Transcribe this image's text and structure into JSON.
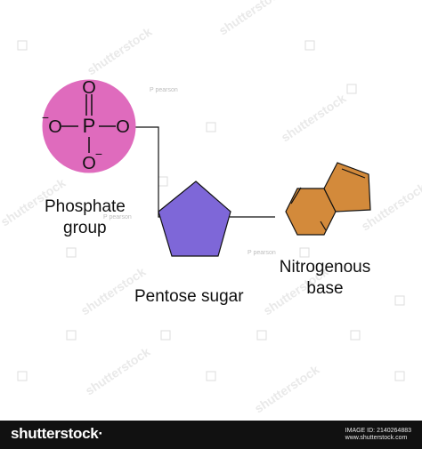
{
  "diagram": {
    "phosphate": {
      "atoms": {
        "center": "P",
        "top": "O",
        "left": "O",
        "right": "O",
        "bottom": "O"
      },
      "charges": {
        "left": "−",
        "bottom": "−"
      },
      "label_line1": "Phosphate",
      "label_line2": "group"
    },
    "sugar": {
      "label": "Pentose sugar"
    },
    "base": {
      "label_line1": "Nitrogenous",
      "label_line2": "base"
    },
    "watermark": {
      "brand_mark": "shutterstock",
      "author_mark": "P pearson"
    },
    "colors": {
      "phosphate_fill": "#df6bbd",
      "sugar_fill": "#7e67d8",
      "base_fill": "#d38a3b"
    }
  },
  "footer": {
    "brand": "shutterstock·",
    "image_id": "IMAGE ID: 2140264883",
    "site": "www.shutterstock.com"
  }
}
